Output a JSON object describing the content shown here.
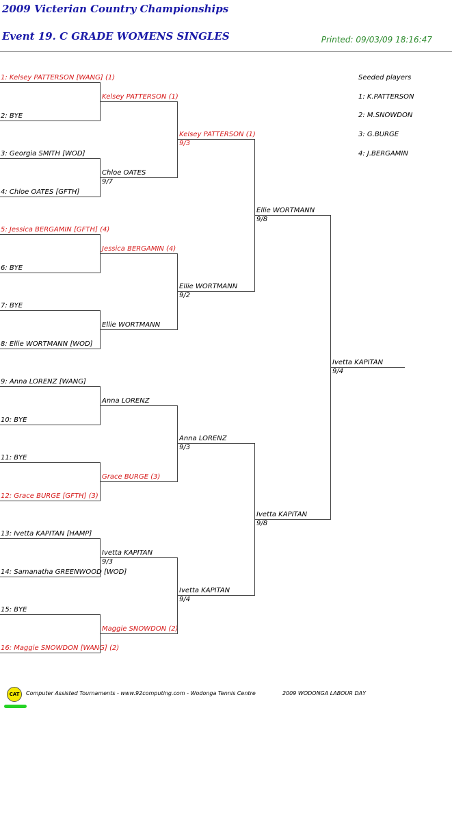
{
  "header": {
    "title": "2009 Victerian Country Championships",
    "event": "Event 19. C GRADE WOMENS SINGLES",
    "printed": "Printed: 09/03/09 18:16:47"
  },
  "seeds": {
    "heading": "Seeded players",
    "items": [
      "1: K.PATTERSON",
      "2: M.SNOWDON",
      "3: G.BURGE",
      "4: J.BERGAMIN"
    ]
  },
  "round1": [
    {
      "text": "1: Kelsey PATTERSON [WANG] (1)",
      "seeded": true
    },
    {
      "text": "2: BYE",
      "seeded": false
    },
    {
      "text": "3: Georgia SMITH [WOD]",
      "seeded": false
    },
    {
      "text": "4: Chloe OATES [GFTH]",
      "seeded": false
    },
    {
      "text": "5: Jessica BERGAMIN [GFTH] (4)",
      "seeded": true
    },
    {
      "text": "6: BYE",
      "seeded": false
    },
    {
      "text": "7: BYE",
      "seeded": false
    },
    {
      "text": "8: Ellie WORTMANN [WOD]",
      "seeded": false
    },
    {
      "text": "9: Anna LORENZ [WANG]",
      "seeded": false
    },
    {
      "text": "10: BYE",
      "seeded": false
    },
    {
      "text": "11: BYE",
      "seeded": false
    },
    {
      "text": "12: Grace BURGE [GFTH] (3)",
      "seeded": true
    },
    {
      "text": "13: Ivetta KAPITAN [HAMP]",
      "seeded": false
    },
    {
      "text": "14: Samanatha GREENWOOD [WOD]",
      "seeded": false
    },
    {
      "text": "15: BYE",
      "seeded": false
    },
    {
      "text": "16: Maggie SNOWDON [WANG] (2)",
      "seeded": true
    }
  ],
  "round2": [
    {
      "name": "Kelsey PATTERSON (1)",
      "score": "",
      "seeded": true
    },
    {
      "name": "Chloe OATES",
      "score": "9/7",
      "seeded": false
    },
    {
      "name": "Jessica BERGAMIN (4)",
      "score": "",
      "seeded": true
    },
    {
      "name": "Ellie WORTMANN",
      "score": "",
      "seeded": false
    },
    {
      "name": "Anna LORENZ",
      "score": "",
      "seeded": false
    },
    {
      "name": "Grace BURGE (3)",
      "score": "",
      "seeded": true
    },
    {
      "name": "Ivetta KAPITAN",
      "score": "9/3",
      "seeded": false
    },
    {
      "name": "Maggie SNOWDON (2)",
      "score": "",
      "seeded": true
    }
  ],
  "round3": [
    {
      "name": "Kelsey PATTERSON (1)",
      "score": "9/3",
      "seeded": true
    },
    {
      "name": "Ellie WORTMANN",
      "score": "9/2",
      "seeded": false
    },
    {
      "name": "Anna LORENZ",
      "score": "9/3",
      "seeded": false
    },
    {
      "name": "Ivetta KAPITAN",
      "score": "9/4",
      "seeded": false
    }
  ],
  "round4": [
    {
      "name": "Ellie WORTMANN",
      "score": "9/8",
      "seeded": false
    },
    {
      "name": "Ivetta KAPITAN",
      "score": "9/8",
      "seeded": false
    }
  ],
  "final": {
    "name": "Ivetta KAPITAN",
    "score": "9/4",
    "seeded": false
  },
  "footer": {
    "logo_text": "CAT",
    "credit": "Computer Assisted Tournaments - www.92computing.com -  Wodonga Tennis Centre",
    "event_name": "2009 WODONGA LABOUR DAY"
  }
}
